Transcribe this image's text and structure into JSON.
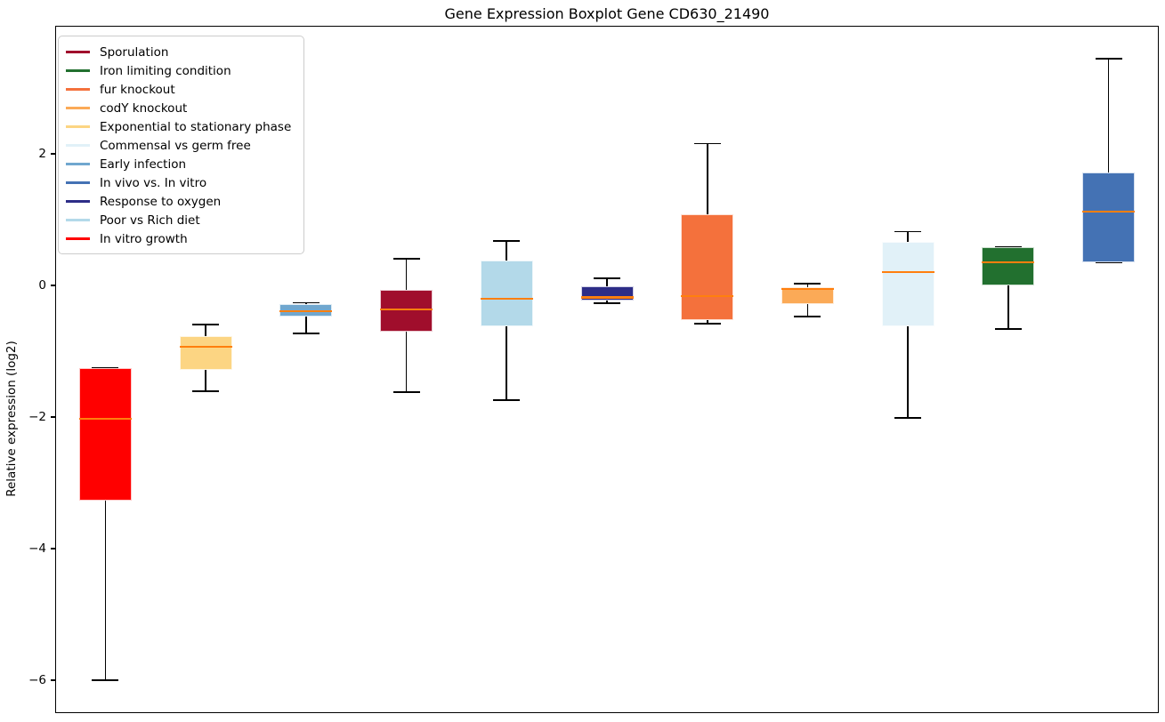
{
  "title": "Gene Expression Boxplot Gene CD630_21490",
  "axes": {
    "ylabel": "Relative expression (log2)",
    "yticks": [
      2,
      0,
      -2,
      -4,
      -6
    ],
    "ylim": [
      -6.5,
      3.95
    ],
    "xticklabels": "none",
    "grid": false
  },
  "style_colors": {
    "median_line": "#ff7f0e",
    "whisker_line": "#000000",
    "legend_border": "#cccccc",
    "text": "#000000"
  },
  "legend": {
    "position": "upper left",
    "entries": [
      {
        "label": "Sporulation",
        "color": "#a00e2c"
      },
      {
        "label": "Iron limiting condition",
        "color": "#22702f"
      },
      {
        "label": "fur knockout",
        "color": "#f4713c"
      },
      {
        "label": "codY knockout",
        "color": "#fbaa57"
      },
      {
        "label": "Exponential to stationary phase",
        "color": "#fcd583"
      },
      {
        "label": "Commensal vs germ free",
        "color": "#e1f1f8"
      },
      {
        "label": "Early infection",
        "color": "#70a7cf"
      },
      {
        "label": "In vivo vs. In vitro",
        "color": "#4472b4"
      },
      {
        "label": "Response to oxygen",
        "color": "#2d2d87"
      },
      {
        "label": "Poor vs Rich diet",
        "color": "#b3d9e9"
      },
      {
        "label": "In vitro growth",
        "color": "#ff0000"
      }
    ]
  },
  "chart_data": {
    "type": "boxplot",
    "title": "Gene Expression Boxplot Gene CD630_21490",
    "xlabel": "",
    "ylabel": "Relative expression (log2)",
    "ylim": [
      -6.5,
      3.95
    ],
    "yticks": [
      2,
      0,
      -2,
      -4,
      -6
    ],
    "series": [
      {
        "name": "In vitro growth",
        "color": "#ff0000",
        "whisker_low": -6.0,
        "q1": -3.27,
        "median": -2.03,
        "q3": -1.25,
        "whisker_high": -1.25
      },
      {
        "name": "Exponential to stationary phase",
        "color": "#fcd583",
        "whisker_low": -1.61,
        "q1": -1.28,
        "median": -0.93,
        "q3": -0.77,
        "whisker_high": -0.59
      },
      {
        "name": "Early infection",
        "color": "#70a7cf",
        "whisker_low": -0.73,
        "q1": -0.47,
        "median": -0.39,
        "q3": -0.28,
        "whisker_high": -0.26
      },
      {
        "name": "Sporulation",
        "color": "#a00e2c",
        "whisker_low": -1.62,
        "q1": -0.7,
        "median": -0.36,
        "q3": -0.07,
        "whisker_high": 0.41
      },
      {
        "name": "Poor vs Rich diet",
        "color": "#b3d9e9",
        "whisker_low": -1.74,
        "q1": -0.62,
        "median": -0.2,
        "q3": 0.38,
        "whisker_high": 0.68
      },
      {
        "name": "Response to oxygen",
        "color": "#2d2d87",
        "whisker_low": -0.27,
        "q1": -0.23,
        "median": -0.18,
        "q3": -0.01,
        "whisker_high": 0.11
      },
      {
        "name": "fur knockout",
        "color": "#f4713c",
        "whisker_low": -0.58,
        "q1": -0.53,
        "median": -0.16,
        "q3": 1.08,
        "whisker_high": 2.16
      },
      {
        "name": "codY knockout",
        "color": "#fbaa57",
        "whisker_low": -0.47,
        "q1": -0.28,
        "median": -0.05,
        "q3": -0.03,
        "whisker_high": 0.03
      },
      {
        "name": "Commensal vs germ free",
        "color": "#e1f1f8",
        "whisker_low": -2.01,
        "q1": -0.62,
        "median": 0.2,
        "q3": 0.66,
        "whisker_high": 0.82
      },
      {
        "name": "Iron limiting condition",
        "color": "#22702f",
        "whisker_low": -0.66,
        "q1": 0.0,
        "median": 0.35,
        "q3": 0.58,
        "whisker_high": 0.59
      },
      {
        "name": "In vivo vs. In vitro",
        "color": "#4472b4",
        "whisker_low": 0.35,
        "q1": 0.35,
        "median": 1.12,
        "q3": 1.72,
        "whisker_high": 3.45
      }
    ]
  }
}
